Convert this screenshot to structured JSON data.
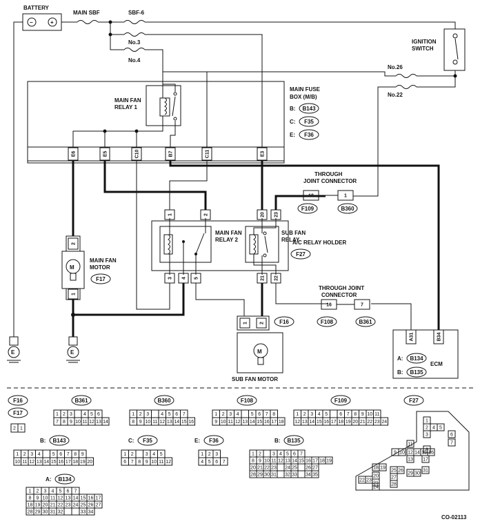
{
  "labels": {
    "battery": "BATTERY",
    "main_sbf": "MAIN SBF",
    "sbf6": "SBF-6",
    "no3": "No.3",
    "no4": "No.4",
    "no26": "No.26",
    "no22": "No.22",
    "ignition_switch": [
      "IGNITION",
      "SWITCH"
    ],
    "main_fan_relay1": [
      "MAIN FAN",
      "RELAY 1"
    ],
    "main_fuse_box": [
      "MAIN FUSE",
      "BOX (M/B)"
    ],
    "through_joint_connector_top": [
      "THROUGH",
      "JOINT CONNECTOR"
    ],
    "through_joint_connector_bottom": [
      "THROUGH JOINT",
      "CONNECTOR"
    ],
    "main_fan_relay2": [
      "MAIN FAN",
      "RELAY 2"
    ],
    "sub_fan_relay": [
      "SUB FAN",
      "RELAY"
    ],
    "ac_relay_holder": "A/C RELAY HOLDER",
    "main_fan_motor": [
      "MAIN FAN",
      "MOTOR"
    ],
    "sub_fan_motor": "SUB FAN MOTOR",
    "ecm": "ECM",
    "motor_symbol": "M",
    "ground_symbol": "E",
    "diagram_id": "CO-02113",
    "battery_minus": "−",
    "battery_plus": "+"
  },
  "fuse_box_refs": [
    {
      "prefix": "B:",
      "code": "B143"
    },
    {
      "prefix": "C:",
      "code": "F35"
    },
    {
      "prefix": "E:",
      "code": "F36"
    }
  ],
  "ecm_refs": [
    {
      "prefix": "A:",
      "code": "B134"
    },
    {
      "prefix": "B:",
      "code": "B135"
    }
  ],
  "connector_codes": {
    "relay_holder": "F27",
    "main_motor": "F17",
    "sub_motor": "F16",
    "tjc_top_left": "F109",
    "tjc_top_right": "B360",
    "tjc_bottom_left": "F108",
    "tjc_bottom_right": "B361"
  },
  "fuse_box_pins": [
    "E6",
    "E5",
    "C10",
    "B7",
    "C11",
    "E3"
  ],
  "relay_holder_top_pins": [
    "1",
    "2",
    "20",
    "23"
  ],
  "relay_holder_bottom_pins": [
    "3",
    "4",
    "5",
    "21",
    "22"
  ],
  "main_motor_pins": [
    "2",
    "1"
  ],
  "sub_motor_pins": [
    "1",
    "2"
  ],
  "tjc_top_pins": [
    "10",
    "1"
  ],
  "tjc_bottom_pins": [
    "16",
    "7"
  ],
  "ecm_pins": [
    "A31",
    "B34"
  ],
  "legend": {
    "f16": "F16",
    "f17": "F17",
    "f16_f17_pins": [
      [
        "2",
        "1"
      ]
    ],
    "b361": {
      "code": "B361",
      "rows": [
        [
          "1",
          "2",
          "3",
          "",
          "4",
          "5",
          "6"
        ],
        [
          "7",
          "8",
          "9",
          "10",
          "11",
          "12",
          "13",
          "14"
        ]
      ]
    },
    "b360": {
      "code": "B360",
      "rows": [
        [
          "1",
          "2",
          "3",
          "",
          "4",
          "5",
          "6",
          "7"
        ],
        [
          "8",
          "9",
          "10",
          "11",
          "12",
          "13",
          "14",
          "15",
          "16"
        ]
      ]
    },
    "f108": {
      "code": "F108",
      "rows": [
        [
          "1",
          "2",
          "3",
          "4",
          "",
          "5",
          "6",
          "7",
          "8"
        ],
        [
          "9",
          "10",
          "11",
          "12",
          "13",
          "14",
          "15",
          "16",
          "17",
          "18"
        ]
      ]
    },
    "f109": {
      "code": "F109",
      "rows": [
        [
          "1",
          "2",
          "3",
          "4",
          "5",
          "",
          "6",
          "7",
          "8",
          "9",
          "10",
          "11"
        ],
        [
          "12",
          "13",
          "14",
          "15",
          "16",
          "17",
          "18",
          "19",
          "20",
          "21",
          "22",
          "23",
          "24"
        ]
      ]
    },
    "f27": {
      "code": "F27",
      "cells": [
        "1",
        "2",
        "4",
        "5",
        "3",
        "6",
        "7",
        "8",
        "9",
        "10",
        "11",
        "12",
        "13",
        "14",
        "15",
        "16",
        "17",
        "18",
        "19",
        "20",
        "21",
        "22",
        "23",
        "24",
        "25",
        "26",
        "27",
        "28",
        "29",
        "30",
        "31"
      ]
    },
    "b143": {
      "prefix": "B:",
      "code": "B143",
      "rows": [
        [
          "1",
          "2",
          "3",
          "4",
          "",
          "5",
          "6",
          "7",
          "8",
          "9"
        ],
        [
          "10",
          "11",
          "12",
          "13",
          "14",
          "15",
          "16",
          "17",
          "18",
          "19",
          "20"
        ]
      ]
    },
    "f35": {
      "prefix": "C:",
      "code": "F35",
      "rows": [
        [
          "1",
          "2",
          "",
          "3",
          "4",
          "5"
        ],
        [
          "6",
          "7",
          "8",
          "9",
          "10",
          "11",
          "12"
        ]
      ]
    },
    "f36": {
      "prefix": "E:",
      "code": "F36",
      "rows": [
        [
          "1",
          "2",
          "3"
        ],
        [
          "4",
          "5",
          "6",
          "7"
        ]
      ]
    },
    "b135": {
      "prefix": "B:",
      "code": "B135",
      "rows": [
        [
          "1",
          "2",
          "",
          "3",
          "4",
          "5",
          "6",
          "7"
        ],
        [
          "8",
          "9",
          "10",
          "11",
          "12",
          "13",
          "14",
          "15",
          "16",
          "17",
          "18",
          "19"
        ],
        [
          "20",
          "21",
          "22",
          "23",
          "",
          "24",
          "25",
          "",
          "26",
          "27"
        ],
        [
          "28",
          "29",
          "30",
          "31",
          "",
          "32",
          "33",
          "",
          "34",
          "35"
        ]
      ]
    },
    "b134": {
      "prefix": "A:",
      "code": "B134",
      "rows": [
        [
          "1",
          "2",
          "3",
          "4",
          "5",
          "6",
          "7"
        ],
        [
          "8",
          "9",
          "10",
          "11",
          "12",
          "13",
          "14",
          "15",
          "16",
          "17"
        ],
        [
          "18",
          "19",
          "20",
          "21",
          "22",
          "23",
          "24",
          "25",
          "26",
          "27"
        ],
        [
          "28",
          "29",
          "30",
          "31",
          "32",
          "",
          "",
          "33",
          "34"
        ]
      ]
    }
  }
}
